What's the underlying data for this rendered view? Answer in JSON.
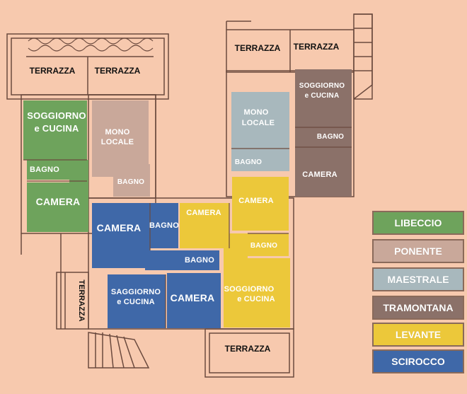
{
  "colors": {
    "background": "#f7c9ae",
    "wall": "#6b4a3e",
    "libeccio": "#6ea35c",
    "ponente": "#c9a89a",
    "maestrale": "#a8b8bd",
    "tramontana": "#8b7169",
    "levante": "#ecc83a",
    "scirocco": "#3f68a8"
  },
  "plan": {
    "terraces": {
      "top_left_1": "TERRAZZA",
      "top_left_2": "TERRAZZA",
      "top_right_1": "TERRAZZA",
      "top_right_2": "TERRAZZA",
      "bottom_left": "TERRAZZA",
      "bottom_center": "TERRAZZA"
    },
    "libeccio": {
      "living_line1": "SOGGIORNO",
      "living_line2": "e CUCINA",
      "bath": "BAGNO",
      "bedroom": "CAMERA"
    },
    "ponente": {
      "studio_line1": "MONO",
      "studio_line2": "LOCALE",
      "bath": "BAGNO"
    },
    "maestrale": {
      "studio_line1": "MONO",
      "studio_line2": "LOCALE",
      "bath": "BAGNO"
    },
    "tramontana": {
      "living_line1": "SOGGIORNO",
      "living_line2": "e CUCINA",
      "bath": "BAGNO",
      "bedroom": "CAMERA"
    },
    "levante": {
      "bedroom_1": "CAMERA",
      "bedroom_2": "CAMERA",
      "bath": "BAGNO",
      "living_line1": "SOGGIORNO",
      "living_line2": "e CUCINA"
    },
    "scirocco": {
      "bedroom_1": "CAMERA",
      "bath_1": "BAGNO",
      "bath_2": "BAGNO",
      "living_line1": "SAGGIORNO",
      "living_line2": "e CUCINA",
      "bedroom_2": "CAMERA"
    }
  },
  "legend": [
    {
      "label": "LIBECCIO",
      "color": "#6ea35c"
    },
    {
      "label": "PONENTE",
      "color": "#c9a89a"
    },
    {
      "label": "MAESTRALE",
      "color": "#a8b8bd"
    },
    {
      "label": "TRAMONTANA",
      "color": "#8b7169"
    },
    {
      "label": "LEVANTE",
      "color": "#ecc83a"
    },
    {
      "label": "SCIROCCO",
      "color": "#3f68a8"
    }
  ]
}
